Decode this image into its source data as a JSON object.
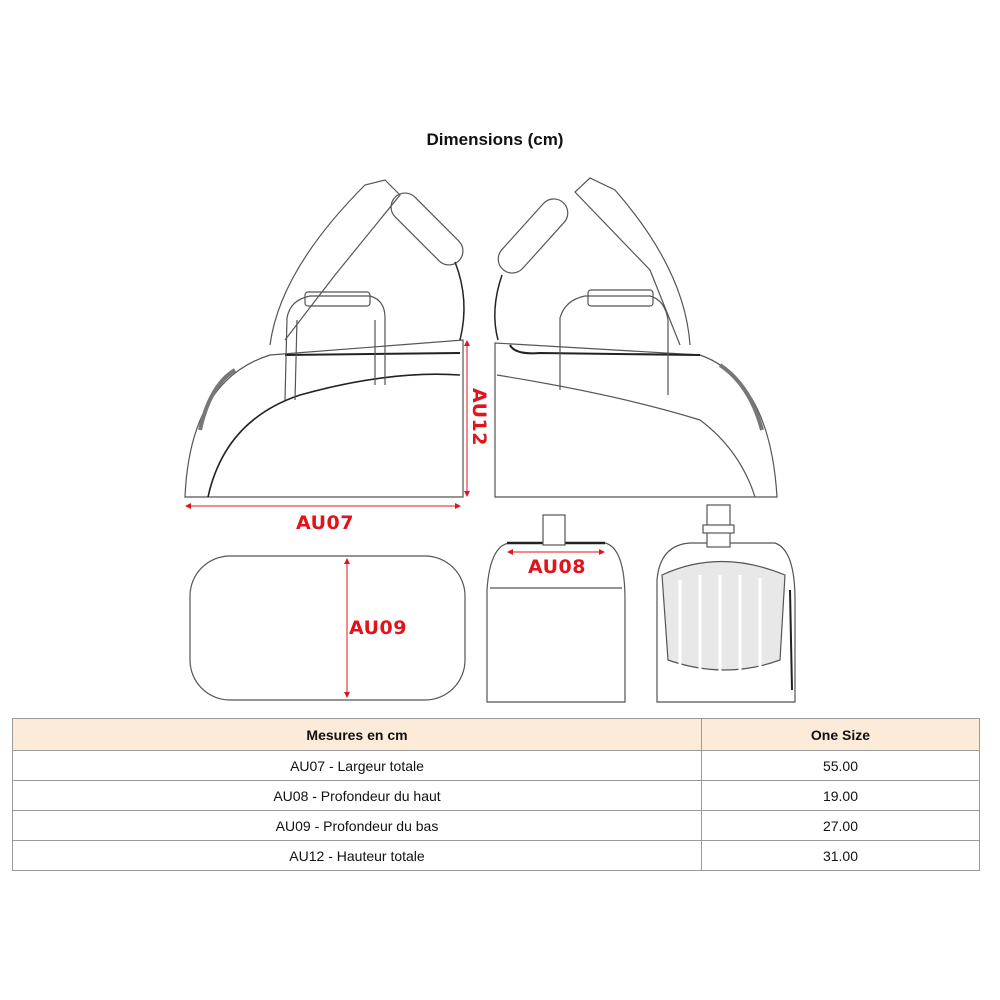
{
  "title": "Dimensions (cm)",
  "labels": {
    "au07": "AU07",
    "au08": "AU08",
    "au09": "AU09",
    "au12": "AU12"
  },
  "colors": {
    "accent": "#e0141b",
    "header_bg": "#fbebd8"
  },
  "table": {
    "headers": [
      "Mesures en cm",
      "One Size"
    ],
    "rows": [
      {
        "measure": "AU07 - Largeur totale",
        "value": "55.00"
      },
      {
        "measure": "AU08 - Profondeur du haut",
        "value": "19.00"
      },
      {
        "measure": "AU09 - Profondeur du bas",
        "value": "27.00"
      },
      {
        "measure": "AU12 - Hauteur totale",
        "value": "31.00"
      }
    ]
  }
}
